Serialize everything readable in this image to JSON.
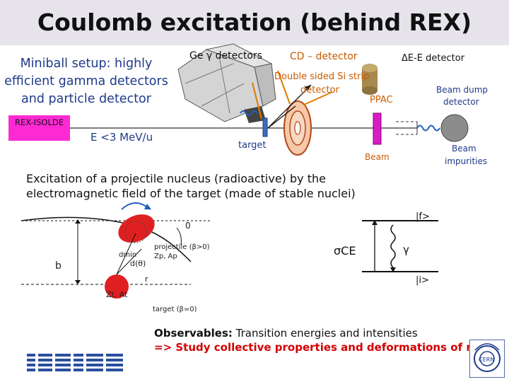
{
  "title": "Coulomb excitation (behind REX)",
  "setup": {
    "name": "Miniball setup",
    "desc": ": highly efficient gamma detectors and particle detector"
  },
  "rex_isolde": "REX-ISOLDE",
  "beam_energy": "E <3 MeV/u",
  "labels": {
    "ge_detectors": "Ge γ detectors",
    "cd_detector": "CD – detector",
    "double_sided": "Double sided Si strip detector",
    "de_e": "ΔE-E detector",
    "beam_dump": "Beam dump detector",
    "ppac": "PPAC",
    "target": "target",
    "beam": "Beam",
    "beam_impurities": "Beam impurities"
  },
  "excitation_text": "Excitation of a projectile nucleus (radioactive) by the electromagnetic field of the target (made of stable nuclei)",
  "diagram": {
    "zero": "0",
    "projectile": "projectile (β>0)",
    "zp_ap": "Zp, Ap",
    "dmin": "dmin",
    "d_theta": "d(θ)",
    "b": "b",
    "r": "r",
    "zt_at": "Zt, At",
    "target_beta": "target (β=0)"
  },
  "levels": {
    "final": "|f>",
    "initial": "|i>",
    "sigma": "σCE",
    "gamma": "γ"
  },
  "observables": {
    "heading": "Observables:",
    "text": " Transition energies and intensities",
    "study": "=> Study collective properties and deformations of nuclei"
  },
  "logos": {
    "isolde": "ISOLDE",
    "cern": "CERN"
  }
}
